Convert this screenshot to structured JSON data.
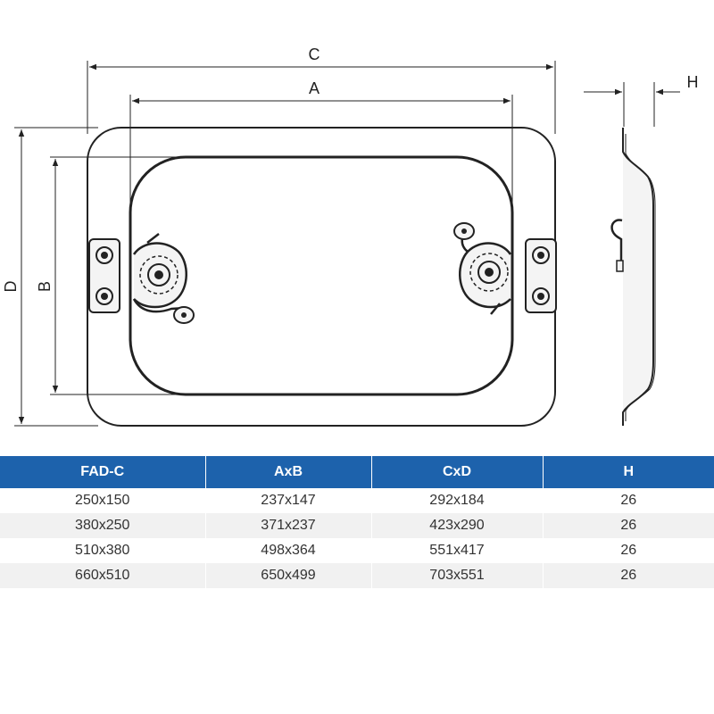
{
  "dimension_labels": {
    "c": "C",
    "a": "A",
    "h": "H",
    "d": "D",
    "b": "B"
  },
  "table": {
    "headers": [
      "FAD-C",
      "AxB",
      "CxD",
      "H"
    ],
    "rows": [
      [
        "250x150",
        "237x147",
        "292x184",
        "26"
      ],
      [
        "380x250",
        "371x237",
        "423x290",
        "26"
      ],
      [
        "510x380",
        "498x364",
        "551x417",
        "26"
      ],
      [
        "660x510",
        "650x499",
        "703x551",
        "26"
      ]
    ],
    "header_color": "#1d62ac",
    "stripe_color": "#f1f1f1"
  }
}
